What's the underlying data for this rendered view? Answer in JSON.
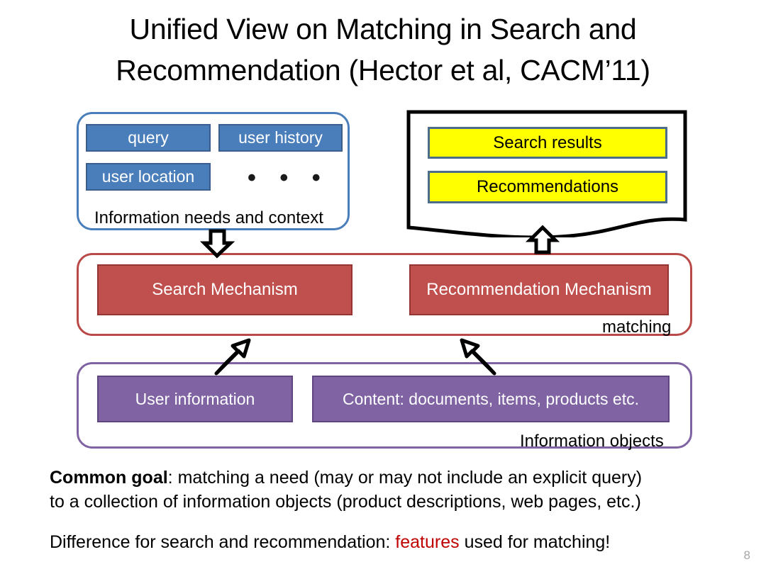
{
  "slide": {
    "title_line1": "Unified View on Matching in Search and",
    "title_line2": "Recommendation (Hector et al, CACM’11)",
    "page_number": "8"
  },
  "needs_band": {
    "caption": "Information needs and context",
    "ellipsis": "• • •",
    "chips": [
      {
        "label": "query"
      },
      {
        "label": "user history"
      },
      {
        "label": "user location"
      }
    ],
    "border_color": "#4a7ebb",
    "chip_color": "#4a7ebb"
  },
  "results_box": {
    "chips": [
      {
        "label": "Search results"
      },
      {
        "label": "Recommendations"
      }
    ],
    "chip_color": "#ffff00",
    "chip_border_color": "#4a6d8c",
    "outline_color": "#000000"
  },
  "matching_band": {
    "caption": "matching",
    "chips": [
      {
        "label": "Search Mechanism"
      },
      {
        "label": "Recommendation Mechanism"
      }
    ],
    "border_color": "#b94a48",
    "chip_color": "#c0504d"
  },
  "objects_band": {
    "caption": "Information objects",
    "chips": [
      {
        "label": "User information"
      },
      {
        "label": "Content: documents, items, products etc."
      }
    ],
    "border_color": "#7f63a3",
    "chip_color": "#7f63a3"
  },
  "arrows": [
    {
      "name": "needs-to-matching-down-arrow",
      "direction": "down"
    },
    {
      "name": "matching-to-results-up-arrow",
      "direction": "up"
    },
    {
      "name": "user-information-to-search-arrow",
      "direction": "up-right"
    },
    {
      "name": "content-to-recommendation-arrow",
      "direction": "up-left"
    }
  ],
  "footer": {
    "goal_label": "Common goal",
    "goal_line1_rest": ": matching a need (may or may not include an explicit query)",
    "goal_line2": "to a collection of information objects (product descriptions, web pages, etc.)",
    "difference_prefix": "Difference for search and recommendation: ",
    "difference_accent": "features",
    "difference_suffix": " used for matching!",
    "accent_color": "#c00000"
  }
}
